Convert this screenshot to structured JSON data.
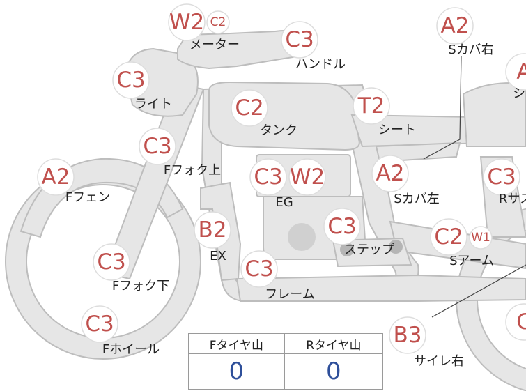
{
  "colors": {
    "part_fill": "#e6e6e6",
    "part_outline": "#bdbdbd",
    "code_text": "#c0504d",
    "value_text": "#2e4f9a"
  },
  "parts": [
    {
      "id": "meter",
      "label": "メーター",
      "codes": [
        "W2",
        "C2"
      ]
    },
    {
      "id": "handle",
      "label": "ハンドル",
      "codes": [
        "C3"
      ]
    },
    {
      "id": "s-cover-right",
      "label": "Sカバ右",
      "codes": [
        "A2"
      ]
    },
    {
      "id": "r-side-top",
      "label": "シ",
      "codes": [
        "A"
      ]
    },
    {
      "id": "light",
      "label": "ライト",
      "codes": [
        "C3"
      ]
    },
    {
      "id": "tank",
      "label": "タンク",
      "codes": [
        "C2"
      ]
    },
    {
      "id": "seat",
      "label": "シート",
      "codes": [
        "T2"
      ]
    },
    {
      "id": "f-fork-upper",
      "label": "Fフォク上",
      "codes": [
        "C3"
      ]
    },
    {
      "id": "f-fender",
      "label": "Fフェン",
      "codes": [
        "A2"
      ]
    },
    {
      "id": "eg",
      "label": "EG",
      "codes": [
        "C3",
        "W2"
      ]
    },
    {
      "id": "s-cover-left",
      "label": "Sカバ左",
      "codes": [
        "A2"
      ]
    },
    {
      "id": "r-sus",
      "label": "Rサス",
      "codes": [
        "C3"
      ]
    },
    {
      "id": "ex",
      "label": "EX",
      "codes": [
        "B2"
      ]
    },
    {
      "id": "step",
      "label": "ステップ",
      "codes": [
        "C3"
      ]
    },
    {
      "id": "s-arm",
      "label": "Sアーム",
      "codes": [
        "C2",
        "W1"
      ]
    },
    {
      "id": "f-fork-lower",
      "label": "Fフォク下",
      "codes": [
        "C3"
      ]
    },
    {
      "id": "frame",
      "label": "フレーム",
      "codes": [
        "C3"
      ]
    },
    {
      "id": "f-wheel",
      "label": "Fホイール",
      "codes": [
        "C3"
      ]
    },
    {
      "id": "silencer-right",
      "label": "サイレ右",
      "codes": [
        "B3"
      ]
    },
    {
      "id": "r-wheel",
      "label": "",
      "codes": [
        "C"
      ]
    }
  ],
  "tire_table": {
    "headers": [
      "Fタイヤ山",
      "Rタイヤ山"
    ],
    "values": [
      "0",
      "0"
    ]
  }
}
